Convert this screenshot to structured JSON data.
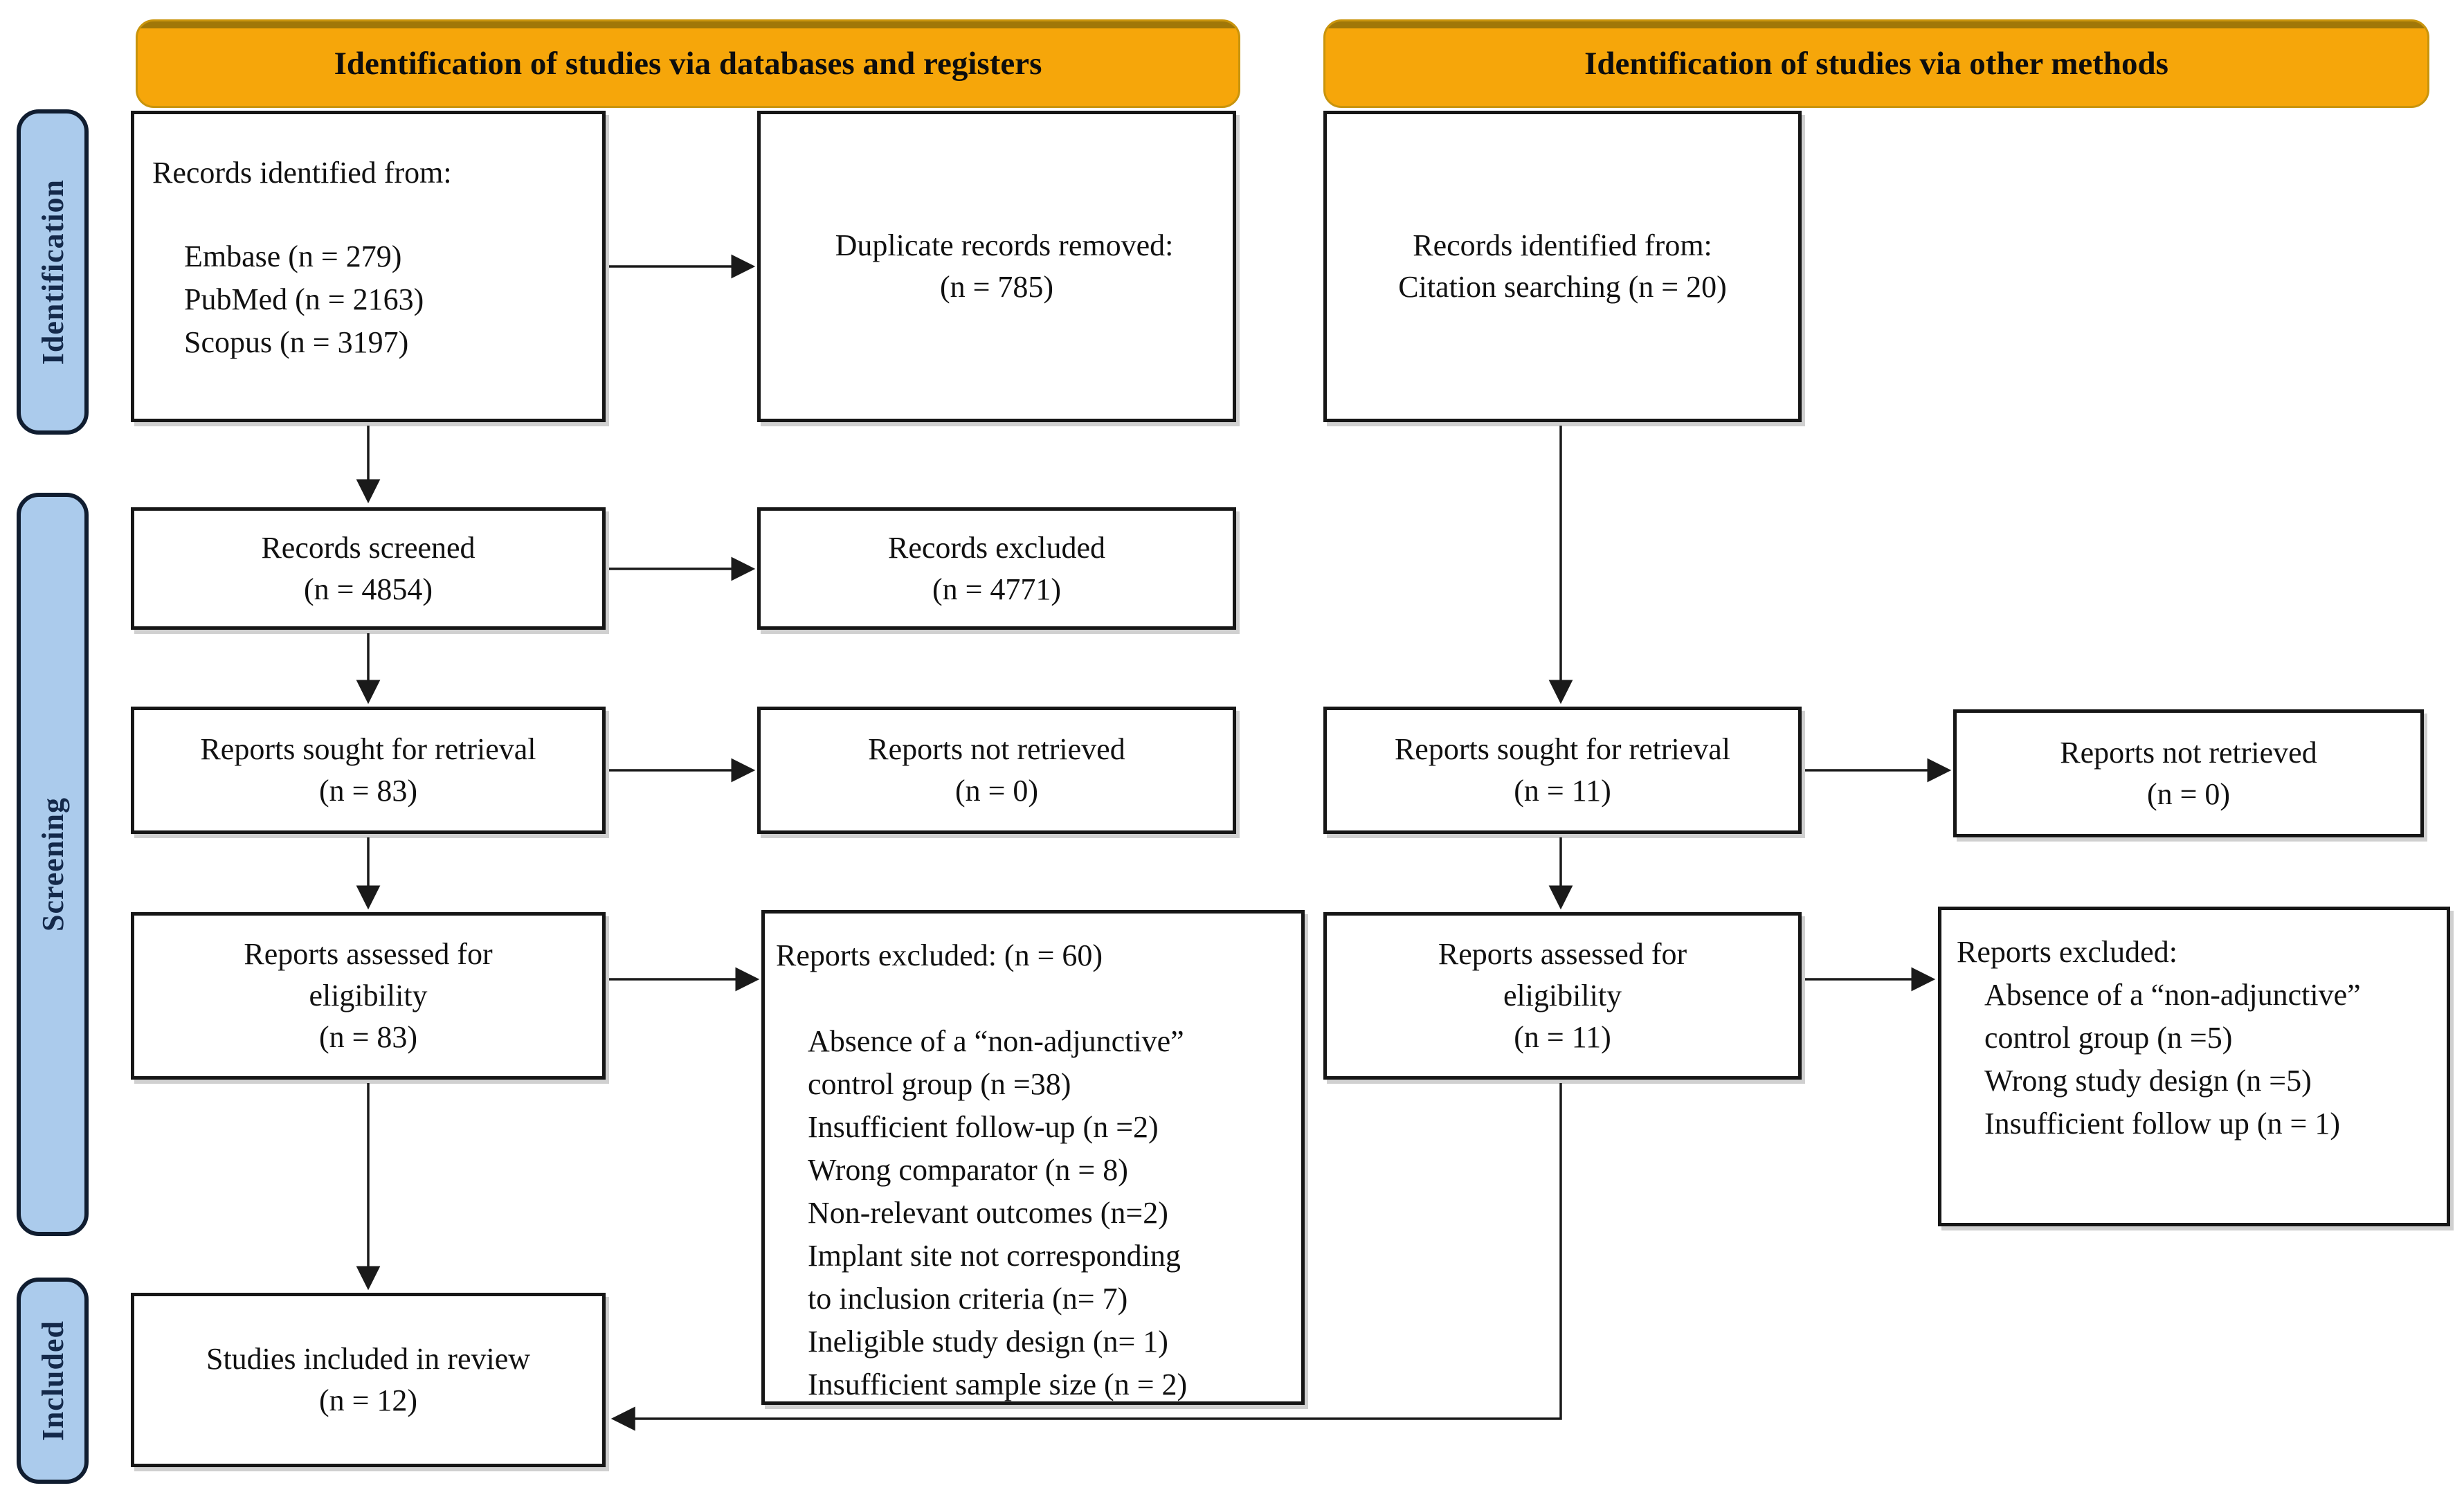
{
  "colors": {
    "header_fill": "#F6A60A",
    "header_bevel": "#A07708",
    "header_border": "#C9940C",
    "stage_fill": "#ABCBEC",
    "stage_border": "#101D30",
    "stage_text": "#14294A",
    "box_border": "#161616",
    "arrow": "#1A1A1A"
  },
  "headers": {
    "databases": "Identification of studies via databases and registers",
    "other": "Identification of studies via other methods"
  },
  "stages": {
    "identification": "Identification",
    "screening": "Screening",
    "included": "Included"
  },
  "boxes": {
    "records_identified_db": {
      "title": "Records identified from:",
      "lines": [
        "Embase (n = 279)",
        "PubMed (n = 2163)",
        "Scopus (n = 3197)"
      ]
    },
    "duplicates_removed": {
      "line1": "Duplicate records removed:",
      "line2": "(n = 785)"
    },
    "records_identified_other": {
      "line1": "Records identified from:",
      "line2": "Citation searching (n = 20)"
    },
    "records_screened": {
      "line1": "Records screened",
      "line2": "(n = 4854)"
    },
    "records_excluded": {
      "line1": "Records excluded",
      "line2": "(n = 4771)"
    },
    "reports_sought_db": {
      "line1": "Reports sought for retrieval",
      "line2": "(n = 83)"
    },
    "reports_not_retrieved_db": {
      "line1": "Reports not retrieved",
      "line2": "(n = 0)"
    },
    "reports_sought_other": {
      "line1": "Reports sought for retrieval",
      "line2": "(n = 11)"
    },
    "reports_not_retrieved_other": {
      "line1": "Reports not retrieved",
      "line2": "(n = 0)"
    },
    "reports_assessed_db": {
      "line1": "Reports assessed for",
      "line2": "eligibility",
      "line3": "(n = 83)"
    },
    "reports_assessed_other": {
      "line1": "Reports assessed for",
      "line2": "eligibility",
      "line3": "(n = 11)"
    },
    "reports_excluded_db": {
      "title": "Reports excluded: (n = 60)",
      "lines": [
        "Absence of a “non-adjunctive”",
        "control group (n =38)",
        "Insufficient follow-up (n =2)",
        "Wrong comparator (n = 8)",
        "Non-relevant outcomes (n=2)",
        "Implant site not corresponding",
        "to inclusion criteria (n= 7)",
        "Ineligible study design (n= 1)",
        "Insufficient sample size (n = 2)"
      ]
    },
    "reports_excluded_other": {
      "title": "Reports excluded:",
      "lines": [
        "Absence of a “non-adjunctive”",
        "control group (n =5)",
        "Wrong study design (n =5)",
        "Insufficient follow up (n = 1)"
      ]
    },
    "studies_included": {
      "line1": "Studies included in review",
      "line2": "(n = 12)"
    }
  }
}
